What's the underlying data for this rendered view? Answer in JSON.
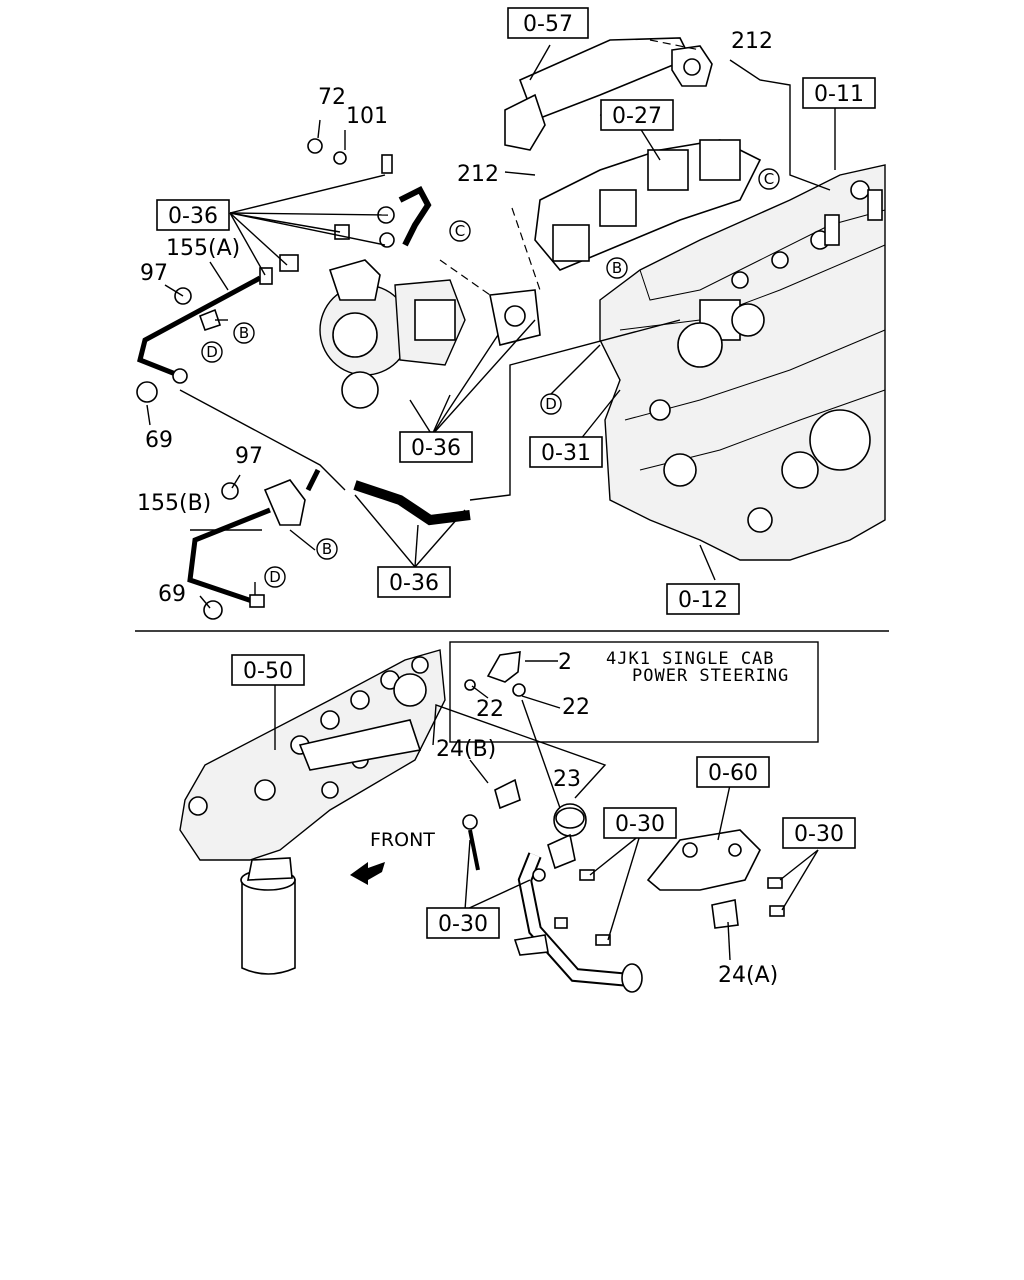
{
  "boxed_refs": [
    {
      "id": "b057",
      "text": "0-57"
    },
    {
      "id": "b011",
      "text": "0-11"
    },
    {
      "id": "b027",
      "text": "0-27"
    },
    {
      "id": "b036a",
      "text": "0-36"
    },
    {
      "id": "b036b",
      "text": "0-36"
    },
    {
      "id": "b031",
      "text": "0-31"
    },
    {
      "id": "b036c",
      "text": "0-36"
    },
    {
      "id": "b012",
      "text": "0-12"
    },
    {
      "id": "b050",
      "text": "0-50"
    },
    {
      "id": "b060",
      "text": "0-60"
    },
    {
      "id": "b030a",
      "text": "0-30"
    },
    {
      "id": "b030b",
      "text": "0-30"
    },
    {
      "id": "b030c",
      "text": "0-30"
    }
  ],
  "part_numbers": [
    {
      "id": "p212a",
      "text": "212"
    },
    {
      "id": "p212b",
      "text": "212"
    },
    {
      "id": "p72",
      "text": "72"
    },
    {
      "id": "p101",
      "text": "101"
    },
    {
      "id": "p155a",
      "text": "155(A)"
    },
    {
      "id": "p97a",
      "text": "97"
    },
    {
      "id": "p69a",
      "text": "69"
    },
    {
      "id": "p97b",
      "text": "97"
    },
    {
      "id": "p155b",
      "text": "155(B)"
    },
    {
      "id": "p69b",
      "text": "69"
    },
    {
      "id": "p2",
      "text": "2"
    },
    {
      "id": "p22a",
      "text": "22"
    },
    {
      "id": "p22b",
      "text": "22"
    },
    {
      "id": "p24b",
      "text": "24(B)"
    },
    {
      "id": "p23",
      "text": "23"
    },
    {
      "id": "p24a",
      "text": "24(A)"
    }
  ],
  "circle_refs": [
    {
      "id": "cC1",
      "text": "C"
    },
    {
      "id": "cC2",
      "text": "C"
    },
    {
      "id": "cB1",
      "text": "B"
    },
    {
      "id": "cB2",
      "text": "B"
    },
    {
      "id": "cB3",
      "text": "B"
    },
    {
      "id": "cD1",
      "text": "D"
    },
    {
      "id": "cD2",
      "text": "D"
    },
    {
      "id": "cD3",
      "text": "D"
    }
  ],
  "note": {
    "line1": "4JK1 SINGLE CAB",
    "line2": "POWER STEERING"
  },
  "front_label": "FRONT"
}
